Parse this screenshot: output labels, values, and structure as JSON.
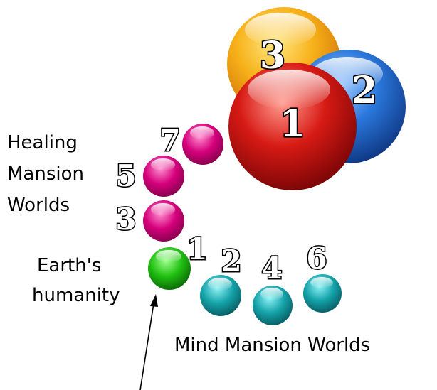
{
  "colors": {
    "orange": "#f5a400",
    "blue": "#1f63c8",
    "red": "#d40f14",
    "magenta": "#d8007a",
    "green": "#1bb50f",
    "teal": "#119ba2"
  },
  "large_spheres": [
    {
      "label": "3",
      "color": "orange"
    },
    {
      "label": "2",
      "color": "blue"
    },
    {
      "label": "1",
      "color": "red"
    }
  ],
  "healing": {
    "title_lines": [
      "Healing",
      "Mansion",
      "Worlds"
    ],
    "numbers": [
      "7",
      "5",
      "3"
    ]
  },
  "earth": {
    "label_lines": [
      "Earth's",
      "humanity"
    ],
    "number": "1"
  },
  "mind": {
    "title": "Mind Mansion Worlds",
    "numbers": [
      "2",
      "4",
      "6"
    ]
  }
}
